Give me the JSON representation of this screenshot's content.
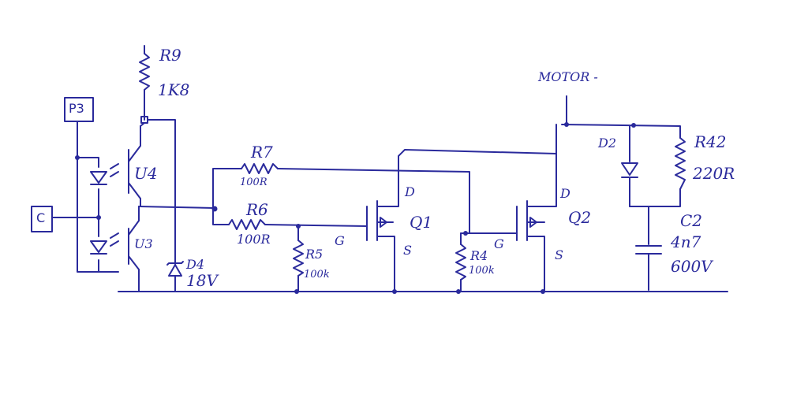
{
  "colors": {
    "ink": "#2a2a9c",
    "paper": "#ffffff"
  },
  "labels": {
    "p3": "P3",
    "c": "C",
    "u4": "U4",
    "u3": "U3",
    "r9_name": "R9",
    "r9_value": "1K8",
    "d4_name": "D4",
    "d4_value": "18V",
    "r7_name": "R7",
    "r7_value": "100R",
    "r6_name": "R6",
    "r6_value": "100R",
    "r5_name": "R5",
    "r5_value": "100k",
    "q1_g": "G",
    "q1_d": "D",
    "q1_s": "S",
    "q1_name": "Q1",
    "r4_name": "R4",
    "r4_value": "100k",
    "q2_g": "G",
    "q2_d": "D",
    "q2_s": "S",
    "q2_name": "Q2",
    "motor": "MOTOR -",
    "d2_name": "D2",
    "r42_name": "R42",
    "r42_value": "220R",
    "c2_name": "C2",
    "c2_value": "4n7",
    "c2_voltage": "600V"
  }
}
